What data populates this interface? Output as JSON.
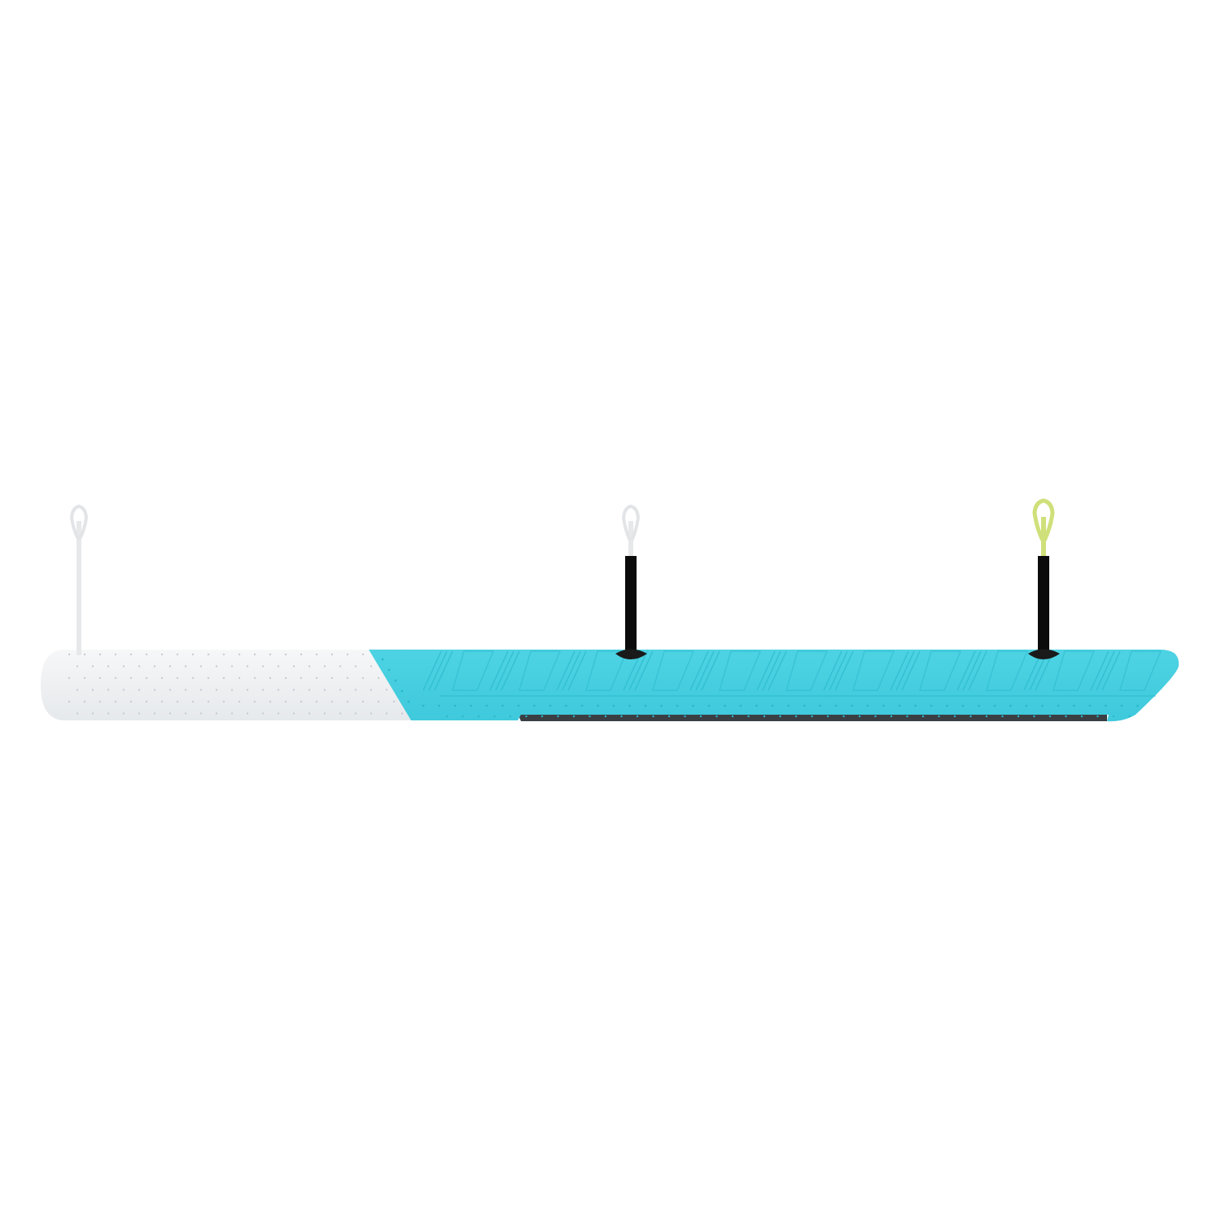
{
  "product": {
    "colors": {
      "background": "#ffffff",
      "grip_white": "#eef0f2",
      "grip_dots": "#c9cdd2",
      "bar_cyan": "#45cfe0",
      "bar_cyan_dark": "#2ab8cc",
      "bar_underside": "#3a3f44",
      "leader_line_black": "#0b0b0b",
      "loop_white": "#e6e8ea",
      "loop_lime": "#cfe07a"
    },
    "lines": [
      {
        "loop_color": "white",
        "sleeve": false
      },
      {
        "loop_color": "white",
        "sleeve": true
      },
      {
        "loop_color": "lime",
        "sleeve": true
      }
    ]
  }
}
